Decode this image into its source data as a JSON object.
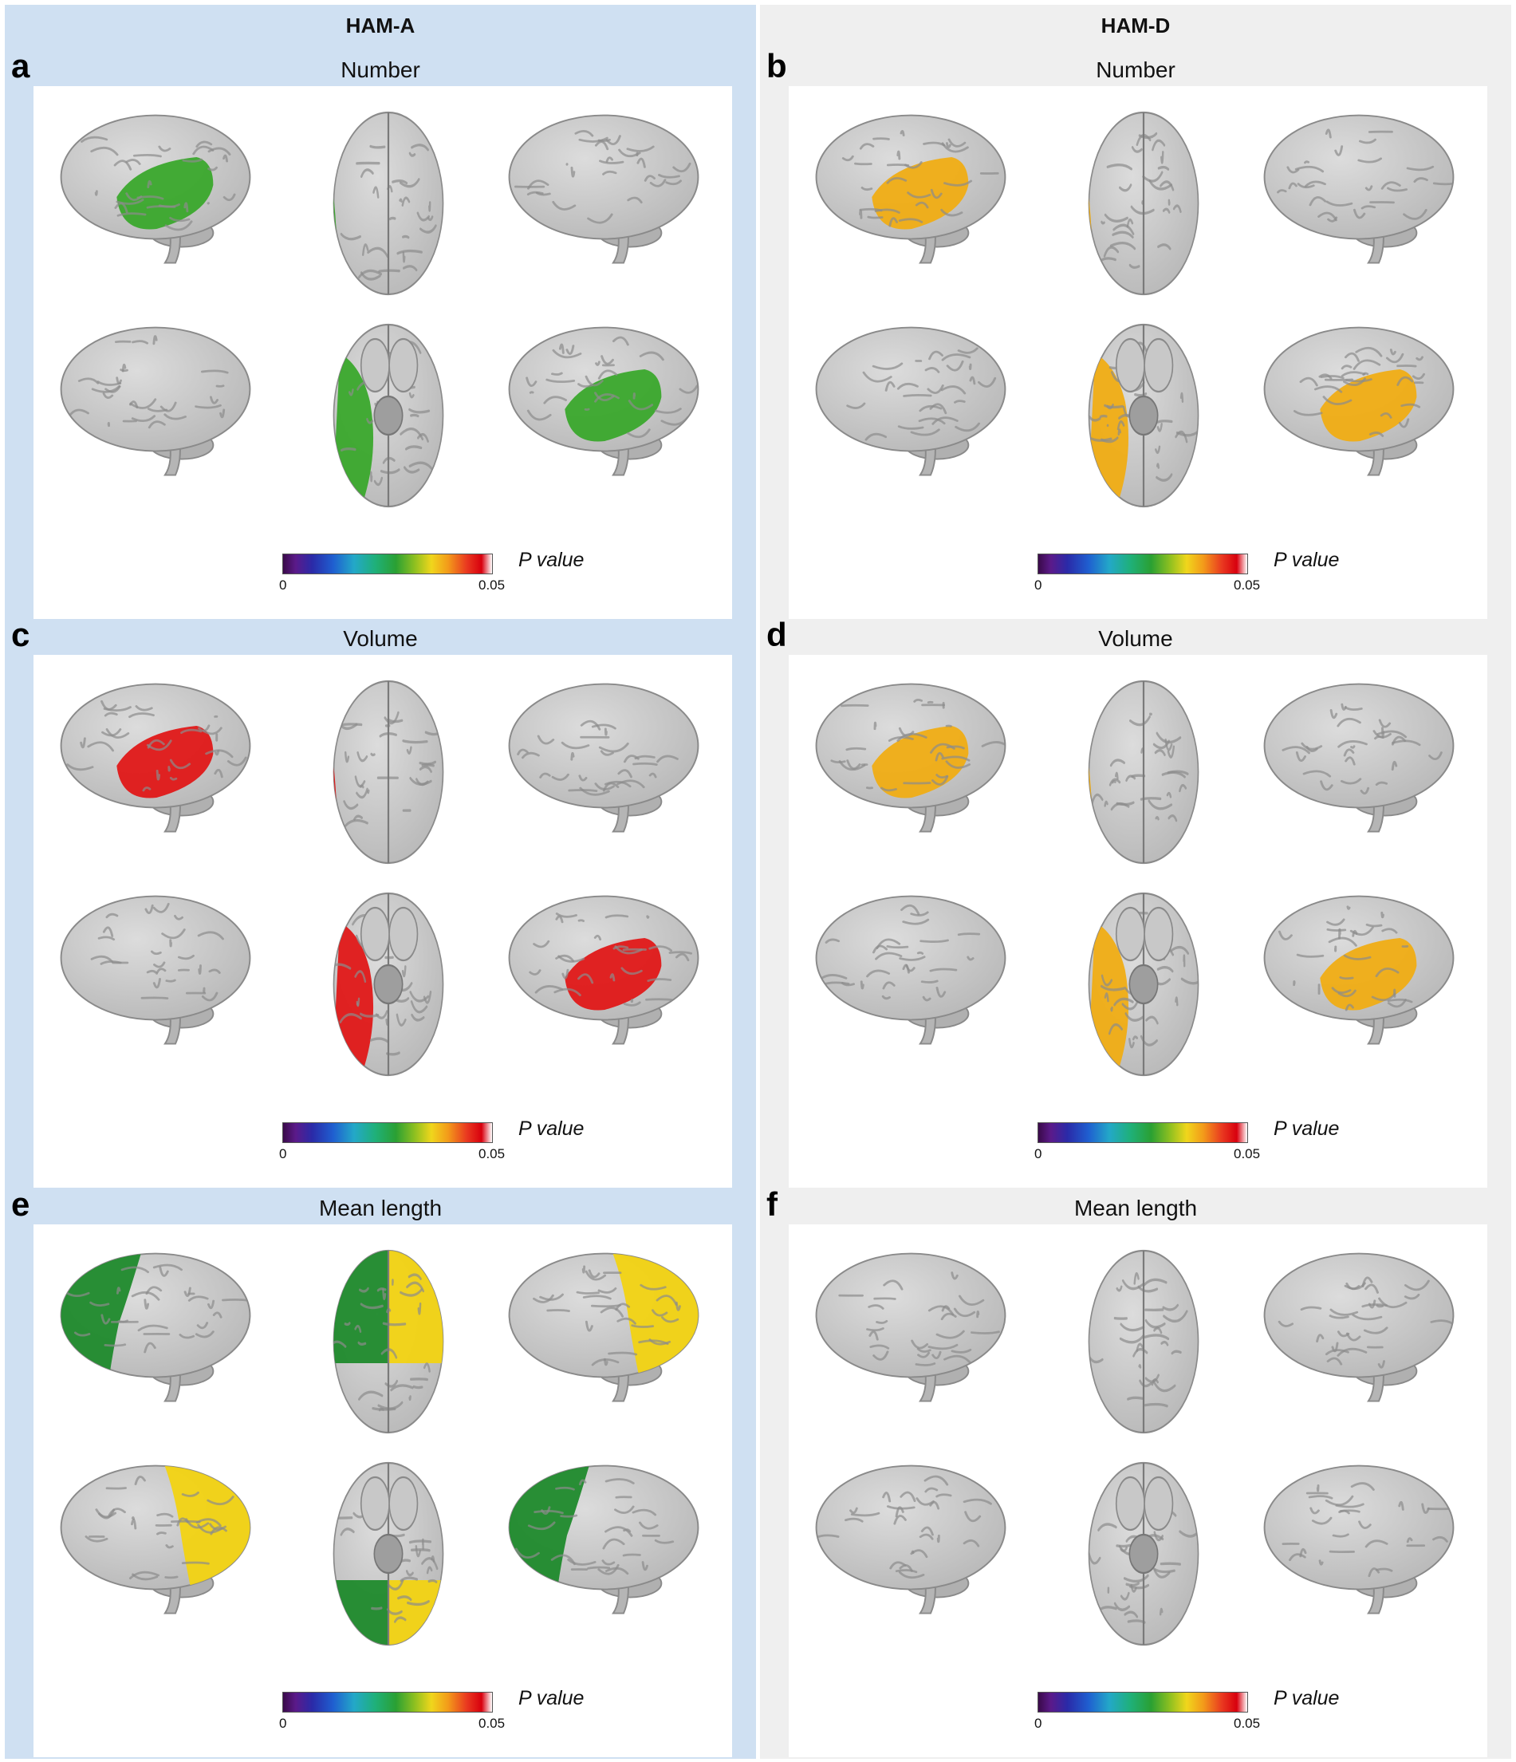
{
  "colors": {
    "ham_a_bg": "#cfe0f2",
    "ham_d_bg": "#efefef",
    "brain_base": "#b9b9b9",
    "green": "#3aa82c",
    "red": "#e01818",
    "orange": "#f0ad14",
    "dark_green": "#1f8a2c",
    "yellow": "#f2d312"
  },
  "columns": [
    {
      "id": "ham_a",
      "title": "HAM-A",
      "panels": [
        {
          "letter": "a",
          "title": "Number",
          "cbar_min": "0",
          "cbar_max": "0.05",
          "cbar_label": "P value",
          "views": [
            [
              "temporal-left",
              "green"
            ],
            [
              "temporal-left",
              "green"
            ],
            [
              "none",
              ""
            ],
            [
              "none",
              ""
            ],
            [
              "temporal-left",
              "green"
            ],
            [
              "temporal-left",
              "green"
            ]
          ]
        },
        {
          "letter": "c",
          "title": "Volume",
          "cbar_min": "0",
          "cbar_max": "0.05",
          "cbar_label": "P value",
          "views": [
            [
              "temporal-left",
              "red"
            ],
            [
              "temporal-left",
              "red"
            ],
            [
              "none",
              ""
            ],
            [
              "none",
              ""
            ],
            [
              "temporal-left",
              "red"
            ],
            [
              "temporal-left",
              "red"
            ]
          ]
        },
        {
          "letter": "e",
          "title": "Mean length",
          "cbar_min": "0",
          "cbar_max": "0.05",
          "cbar_label": "P value",
          "views": [
            [
              "frontal-green",
              "dark_green"
            ],
            [
              "split",
              "dark_green"
            ],
            [
              "frontal-yellow",
              "yellow"
            ],
            [
              "frontal-yellow",
              "yellow"
            ],
            [
              "split-bottom",
              "dark_green"
            ],
            [
              "frontal-green",
              "dark_green"
            ]
          ]
        }
      ]
    },
    {
      "id": "ham_d",
      "title": "HAM-D",
      "panels": [
        {
          "letter": "b",
          "title": "Number",
          "cbar_min": "0",
          "cbar_max": "0.05",
          "cbar_label": "P value",
          "views": [
            [
              "temporal-left",
              "orange"
            ],
            [
              "temporal-left",
              "orange"
            ],
            [
              "none",
              ""
            ],
            [
              "none",
              ""
            ],
            [
              "temporal-left",
              "orange"
            ],
            [
              "temporal-left",
              "orange"
            ]
          ]
        },
        {
          "letter": "d",
          "title": "Volume",
          "cbar_min": "0",
          "cbar_max": "0.05",
          "cbar_label": "P value",
          "views": [
            [
              "temporal-left",
              "orange"
            ],
            [
              "temporal-left",
              "orange"
            ],
            [
              "none",
              ""
            ],
            [
              "none",
              ""
            ],
            [
              "temporal-left",
              "orange"
            ],
            [
              "temporal-left",
              "orange"
            ]
          ]
        },
        {
          "letter": "f",
          "title": "Mean length",
          "cbar_min": "0",
          "cbar_max": "0.05",
          "cbar_label": "P value",
          "views": [
            [
              "none",
              ""
            ],
            [
              "none",
              ""
            ],
            [
              "none",
              ""
            ],
            [
              "none",
              ""
            ],
            [
              "none",
              ""
            ],
            [
              "none",
              ""
            ]
          ]
        }
      ]
    }
  ]
}
